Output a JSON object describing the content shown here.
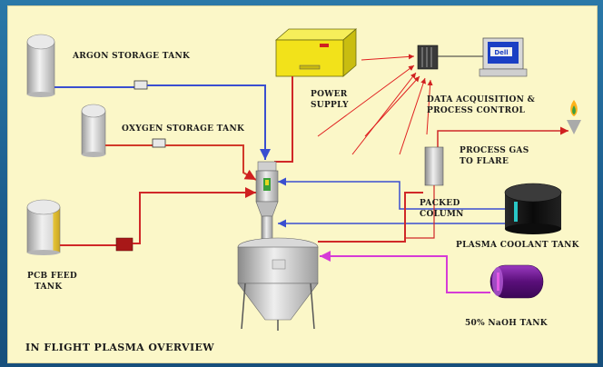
{
  "diagram": {
    "title": "IN FLIGHT PLASMA OVERVIEW",
    "labels": {
      "argon_tank": "ARGON STORAGE TANK",
      "oxygen_tank": "OXYGEN STORAGE TANK",
      "power_supply_line1": "POWER",
      "power_supply_line2": "SUPPLY",
      "daq_line1": "DATA ACQUISITION &",
      "daq_line2": "PROCESS CONTROL",
      "process_gas_line1": "PROCESS GAS",
      "process_gas_line2": "TO FLARE",
      "packed_column_line1": "PACKED",
      "packed_column_line2": "COLUMN",
      "coolant_tank": "PLASMA COOLANT TANK",
      "pcb_feed_line1": "PCB FEED",
      "pcb_feed_line2": "TANK",
      "naoh_tank": "50% NaOH TANK",
      "monitor_brand": "Dell"
    },
    "colors": {
      "background_frame": "#1e5f8f",
      "panel": "#fbf7c8",
      "argon_line": "#3a4fd0",
      "oxygen_line": "#d23a2a",
      "feed_line": "#d02828",
      "power_case": "#f2e21a",
      "coolant_tank": "#101010",
      "coolant_accent": "#29c7c7",
      "naoh_tank": "#6a1a8a",
      "naoh_line": "#d63bd6",
      "signal_arrows": "#e02020",
      "return_line": "#3060d0"
    }
  }
}
